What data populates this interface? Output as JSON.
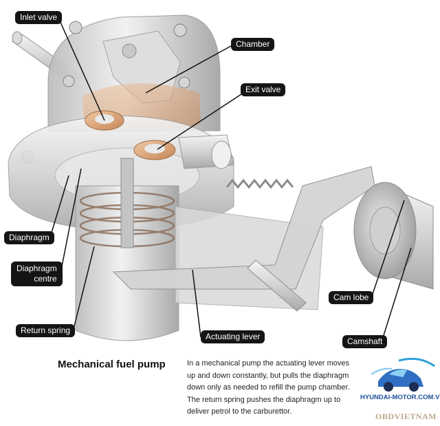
{
  "labels": {
    "inlet_valve": "Inlet valve",
    "chamber": "Chamber",
    "exit_valve": "Exit valve",
    "diaphragm": "Diaphragm",
    "diaphragm_centre_line1": "Diaphragm",
    "diaphragm_centre_line2": "centre",
    "return_spring": "Return spring",
    "actuating_lever": "Actuating lever",
    "cam_lobe": "Cam lobe",
    "camshaft": "Camshaft"
  },
  "title": "Mechanical fuel pump",
  "caption_lines": [
    "In a mechanical pump the actuating lever moves",
    "up and down constantly, but pulls the diaphragm",
    "down only as needed to refill the pump chamber.",
    "The return spring pushes the diaphragm up to",
    "deliver petrol to the carburettor."
  ],
  "watermark": {
    "url": "HYUNDAI-MOTOR.COM.VN",
    "brand": "OBDVIETNAM"
  },
  "colors": {
    "label_bg": "#151515",
    "label_text": "#ffffff",
    "metal": "#c9c9c9",
    "copper": "#c98a5a",
    "logo_blue": "#1d4f9a"
  }
}
